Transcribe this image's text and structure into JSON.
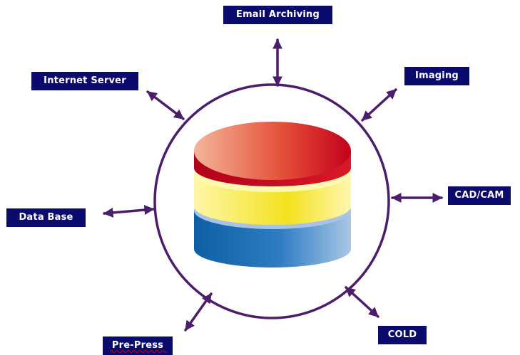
{
  "labels": {
    "email_archiving": "Email Archiving",
    "internet_server": "Internet Server",
    "imaging": "Imaging",
    "cad_cam": "CAD/CAM",
    "data_base": "Data Base",
    "cold": "COLD",
    "pre_press": "Pre-Press"
  },
  "colors": {
    "label_background": "#0b0b6e",
    "label_text": "#ffffff",
    "ring": "#4b1d6b",
    "arrow": "#4b1d6b",
    "disk_top": "#e0332a",
    "disk_middle": "#f3e21f",
    "disk_bottom": "#1d6fb5"
  },
  "icons": {
    "center": "storage-cylinder-icon",
    "connector": "double-headed-arrow-icon"
  }
}
